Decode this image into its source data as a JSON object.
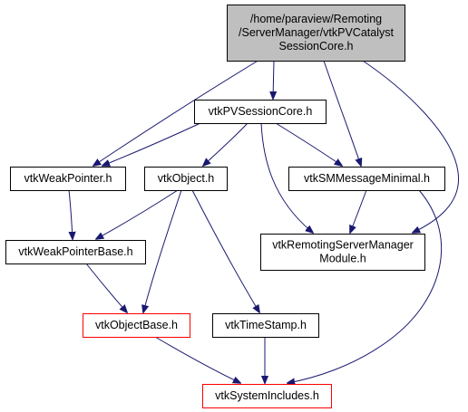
{
  "diagram": {
    "nodes": [
      {
        "id": "root",
        "lines": [
          "/home/paraview/Remoting",
          "/ServerManager/vtkPVCatalyst",
          "SessionCore.h"
        ],
        "style": "root"
      },
      {
        "id": "pvsession",
        "lines": [
          "vtkPVSessionCore.h"
        ],
        "style": "normal"
      },
      {
        "id": "weakptr",
        "lines": [
          "vtkWeakPointer.h"
        ],
        "style": "normal"
      },
      {
        "id": "object",
        "lines": [
          "vtkObject.h"
        ],
        "style": "normal"
      },
      {
        "id": "smmsg",
        "lines": [
          "vtkSMMessageMinimal.h"
        ],
        "style": "normal"
      },
      {
        "id": "weakptrbase",
        "lines": [
          "vtkWeakPointerBase.h"
        ],
        "style": "normal"
      },
      {
        "id": "remoting",
        "lines": [
          "vtkRemotingServerManager",
          "Module.h"
        ],
        "style": "normal"
      },
      {
        "id": "objectbase",
        "lines": [
          "vtkObjectBase.h"
        ],
        "style": "truncated"
      },
      {
        "id": "timestamp",
        "lines": [
          "vtkTimeStamp.h"
        ],
        "style": "normal"
      },
      {
        "id": "sysincl",
        "lines": [
          "vtkSystemIncludes.h"
        ],
        "style": "truncated"
      }
    ],
    "edges": [
      {
        "from": "root",
        "to": "pvsession"
      },
      {
        "from": "root",
        "to": "weakptr"
      },
      {
        "from": "root",
        "to": "smmsg"
      },
      {
        "from": "root",
        "to": "remoting"
      },
      {
        "from": "pvsession",
        "to": "weakptr"
      },
      {
        "from": "pvsession",
        "to": "object"
      },
      {
        "from": "pvsession",
        "to": "smmsg"
      },
      {
        "from": "pvsession",
        "to": "remoting"
      },
      {
        "from": "weakptr",
        "to": "weakptrbase"
      },
      {
        "from": "object",
        "to": "weakptrbase"
      },
      {
        "from": "object",
        "to": "objectbase"
      },
      {
        "from": "object",
        "to": "timestamp"
      },
      {
        "from": "smmsg",
        "to": "remoting"
      },
      {
        "from": "smmsg",
        "to": "sysincl"
      },
      {
        "from": "weakptrbase",
        "to": "objectbase"
      },
      {
        "from": "objectbase",
        "to": "sysincl"
      },
      {
        "from": "timestamp",
        "to": "sysincl"
      }
    ],
    "colors": {
      "edge": "#191970",
      "root_fill": "#bfbfbf",
      "node_fill": "#ffffff",
      "node_border": "#000000",
      "truncated_border": "#ff0000"
    }
  }
}
